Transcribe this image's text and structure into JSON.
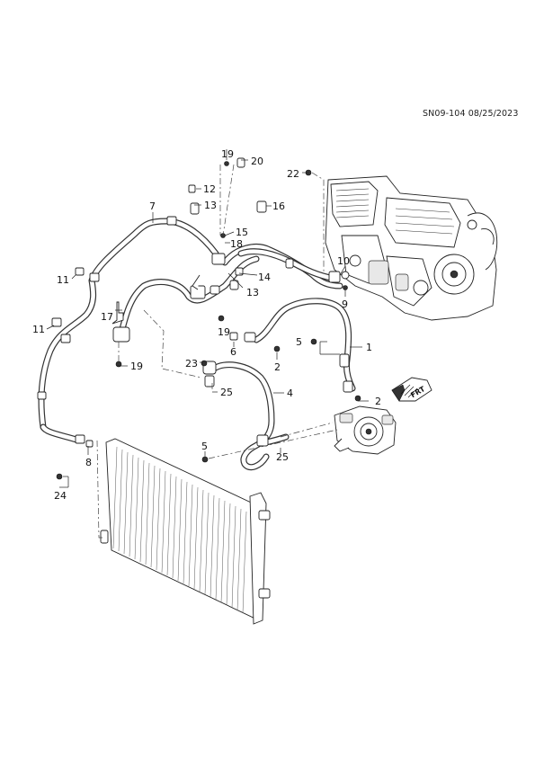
{
  "header": {
    "reference": "SN09-104 08/25/2023"
  },
  "callouts": {
    "c1": "1",
    "c2a": "2",
    "c2b": "2",
    "c4": "4",
    "c5a": "5",
    "c5b": "5",
    "c6": "6",
    "c7": "7",
    "c8": "8",
    "c9": "9",
    "c10": "10",
    "c11a": "11",
    "c11b": "11",
    "c12": "12",
    "c13a": "13",
    "c13b": "13",
    "c14": "14",
    "c15": "15",
    "c16": "16",
    "c17": "17",
    "c18": "18",
    "c19a": "19",
    "c19b": "19",
    "c19c": "19",
    "c20": "20",
    "c22": "22",
    "c23": "23",
    "c24": "24",
    "c25a": "25",
    "c25b": "25"
  },
  "front_arrow": {
    "label": "FRT"
  }
}
